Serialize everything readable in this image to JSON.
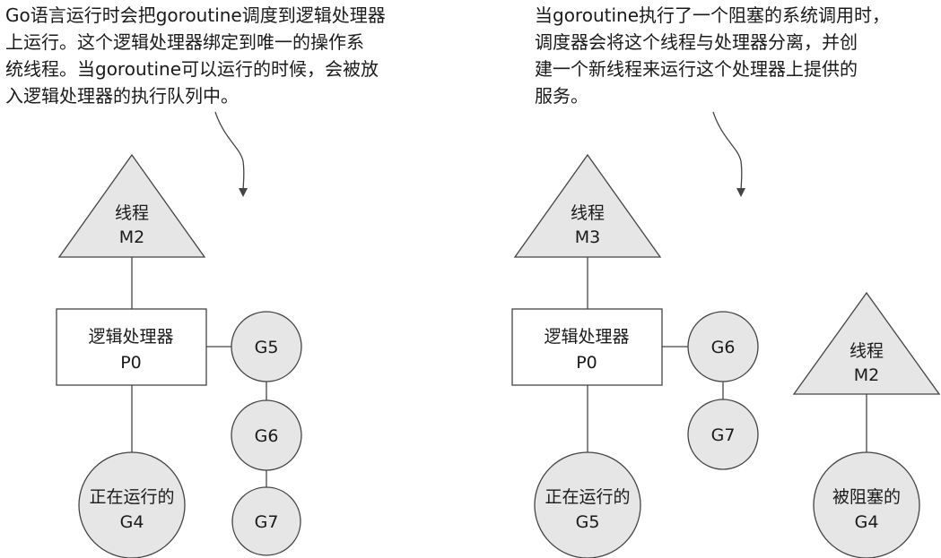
{
  "left": {
    "caption": [
      "Go语言运行时会把goroutine调度到逻辑处理器",
      "上运行。这个逻辑处理器绑定到唯一的操作系",
      "统线程。当goroutine可以运行的时候，会被放",
      "入逻辑处理器的执行队列中。"
    ],
    "thread": {
      "label": "线程",
      "id": "M2"
    },
    "processor": {
      "label": "逻辑处理器",
      "id": "P0"
    },
    "running": {
      "label": "正在运行的",
      "id": "G4"
    },
    "queue": [
      "G5",
      "G6",
      "G7"
    ]
  },
  "right": {
    "caption": [
      "当goroutine执行了一个阻塞的系统调用时，",
      "调度器会将这个线程与处理器分离，并创",
      "建一个新线程来运行这个处理器上提供的",
      "服务。"
    ],
    "thread": {
      "label": "线程",
      "id": "M3"
    },
    "processor": {
      "label": "逻辑处理器",
      "id": "P0"
    },
    "running": {
      "label": "正在运行的",
      "id": "G5"
    },
    "queue": [
      "G6",
      "G7"
    ],
    "detached_thread": {
      "label": "线程",
      "id": "M2"
    },
    "blocked": {
      "label": "被阻塞的",
      "id": "G4"
    }
  },
  "colors": {
    "fill": "#e6e6e6",
    "stroke": "#444444",
    "box_fill": "#ffffff"
  }
}
